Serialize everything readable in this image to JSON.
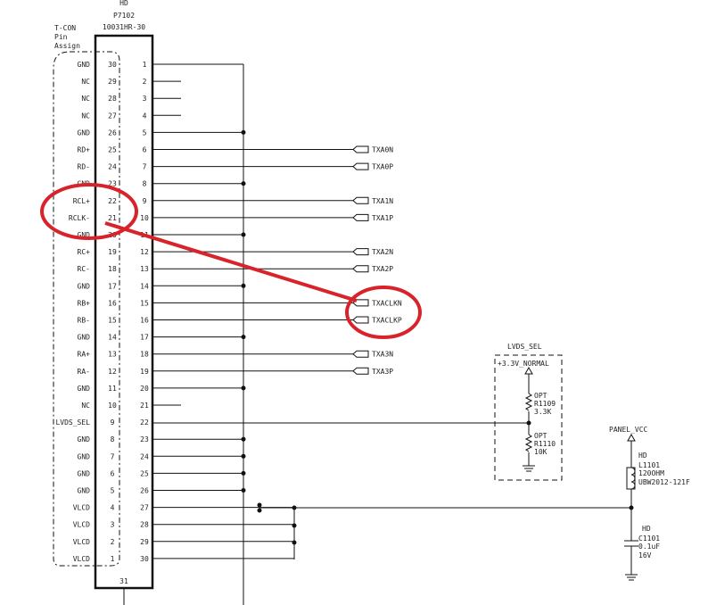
{
  "connector": {
    "maker": "HD",
    "ref": "P7102",
    "part": "10031HR-30",
    "extra_pin": "31"
  },
  "tcon": {
    "title_lines": [
      "T-CON",
      "Pin",
      "Assign"
    ]
  },
  "pins": [
    {
      "num": "1",
      "tcon_pin": "30",
      "tcon_label": "GND",
      "net": ""
    },
    {
      "num": "2",
      "tcon_pin": "29",
      "tcon_label": "NC",
      "net": ""
    },
    {
      "num": "3",
      "tcon_pin": "28",
      "tcon_label": "NC",
      "net": ""
    },
    {
      "num": "4",
      "tcon_pin": "27",
      "tcon_label": "NC",
      "net": ""
    },
    {
      "num": "5",
      "tcon_pin": "26",
      "tcon_label": "GND",
      "net": ""
    },
    {
      "num": "6",
      "tcon_pin": "25",
      "tcon_label": "RD+",
      "net": "TXA0N"
    },
    {
      "num": "7",
      "tcon_pin": "24",
      "tcon_label": "RD-",
      "net": "TXA0P"
    },
    {
      "num": "8",
      "tcon_pin": "23",
      "tcon_label": "GND",
      "net": ""
    },
    {
      "num": "9",
      "tcon_pin": "22",
      "tcon_label": "RCL+",
      "net": "TXA1N"
    },
    {
      "num": "10",
      "tcon_pin": "21",
      "tcon_label": "RCLK-",
      "net": "TXA1P"
    },
    {
      "num": "11",
      "tcon_pin": "20",
      "tcon_label": "GND",
      "net": ""
    },
    {
      "num": "12",
      "tcon_pin": "19",
      "tcon_label": "RC+",
      "net": "TXA2N"
    },
    {
      "num": "13",
      "tcon_pin": "18",
      "tcon_label": "RC-",
      "net": "TXA2P"
    },
    {
      "num": "14",
      "tcon_pin": "17",
      "tcon_label": "GND",
      "net": ""
    },
    {
      "num": "15",
      "tcon_pin": "16",
      "tcon_label": "RB+",
      "net": "TXACLKN"
    },
    {
      "num": "16",
      "tcon_pin": "15",
      "tcon_label": "RB-",
      "net": "TXACLKP"
    },
    {
      "num": "17",
      "tcon_pin": "14",
      "tcon_label": "GND",
      "net": ""
    },
    {
      "num": "18",
      "tcon_pin": "13",
      "tcon_label": "RA+",
      "net": "TXA3N"
    },
    {
      "num": "19",
      "tcon_pin": "12",
      "tcon_label": "RA-",
      "net": "TXA3P"
    },
    {
      "num": "20",
      "tcon_pin": "11",
      "tcon_label": "GND",
      "net": ""
    },
    {
      "num": "21",
      "tcon_pin": "10",
      "tcon_label": "NC",
      "net": ""
    },
    {
      "num": "22",
      "tcon_pin": "9",
      "tcon_label": "LVDS_SEL",
      "net": ""
    },
    {
      "num": "23",
      "tcon_pin": "8",
      "tcon_label": "GND",
      "net": ""
    },
    {
      "num": "24",
      "tcon_pin": "7",
      "tcon_label": "GND",
      "net": ""
    },
    {
      "num": "25",
      "tcon_pin": "6",
      "tcon_label": "GND",
      "net": ""
    },
    {
      "num": "26",
      "tcon_pin": "5",
      "tcon_label": "GND",
      "net": ""
    },
    {
      "num": "27",
      "tcon_pin": "4",
      "tcon_label": "VLCD",
      "net": ""
    },
    {
      "num": "28",
      "tcon_pin": "3",
      "tcon_label": "VLCD",
      "net": ""
    },
    {
      "num": "29",
      "tcon_pin": "2",
      "tcon_label": "VLCD",
      "net": ""
    },
    {
      "num": "30",
      "tcon_pin": "1",
      "tcon_label": "VLCD",
      "net": ""
    }
  ],
  "lvds_sel": {
    "title": "LVDS_SEL",
    "rail": "+3.3V_NORMAL",
    "r_top": {
      "opt": "OPT",
      "ref": "R1109",
      "value": "3.3K"
    },
    "r_bot": {
      "opt": "OPT",
      "ref": "R1110",
      "value": "10K"
    }
  },
  "panel_vcc": {
    "label": "PANEL_VCC",
    "inductor": {
      "maker": "HD",
      "ref": "L1101",
      "value": "120OHM",
      "part": "UBW2012-121F"
    },
    "capacitor": {
      "maker": "HD",
      "ref": "C1101",
      "value": "0.1uF",
      "voltage": "16V"
    }
  }
}
